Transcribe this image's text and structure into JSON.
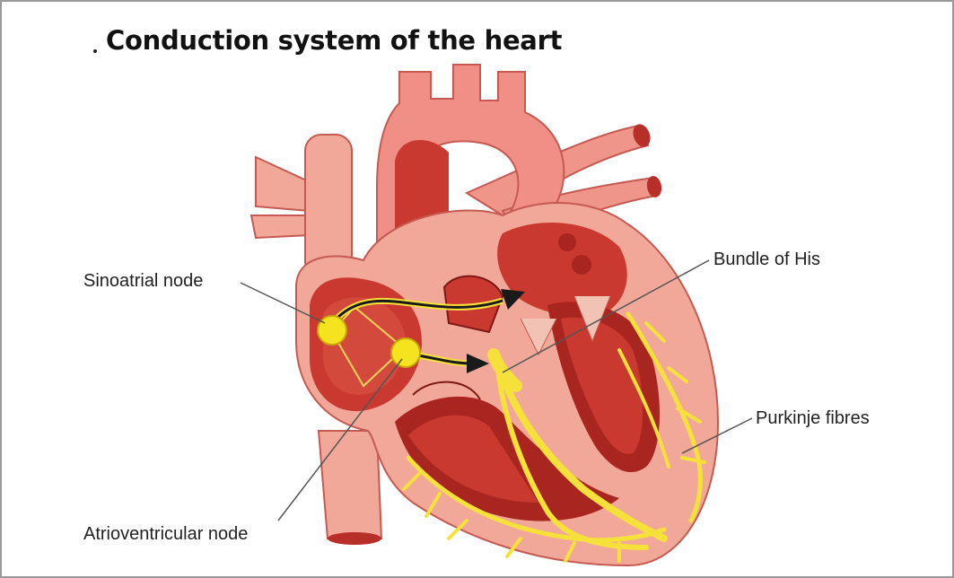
{
  "title": "Conduction system of the heart",
  "labels": {
    "sinoatrial_node": "Sinoatrial node",
    "bundle_of_his": "Bundle of His",
    "purkinje_fibres": "Purkinje fibres",
    "atrioventricular_node": "Atrioventricular node"
  },
  "colors": {
    "heart_outer": "#f2a899",
    "heart_mid": "#e8837a",
    "chamber": "#c9392f",
    "chamber_dark": "#a9251f",
    "conduction": "#f5e13a",
    "node": "#f6e31f",
    "arrow": "#1a1a1a",
    "leader_line": "#555555"
  }
}
